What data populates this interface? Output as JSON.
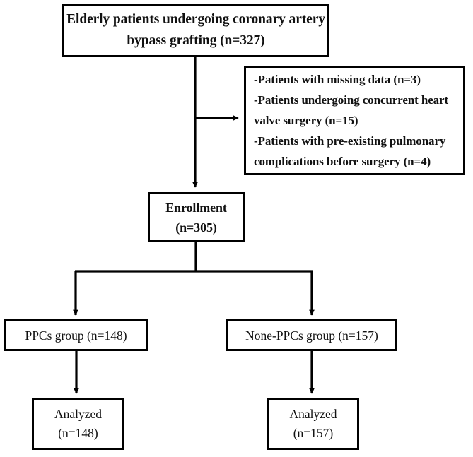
{
  "figure": {
    "type": "flow-diagram",
    "name": "patient-enrollment-flow",
    "background_color": "#ffffff",
    "line_color": "#000000"
  },
  "nodes": {
    "source": {
      "line1": "Elderly patients undergoing coronary artery",
      "line2": "bypass grafting (n=327)",
      "count": 327
    },
    "exclusions": {
      "line1": "-Patients with missing data (n=3)",
      "line2": "-Patients undergoing concurrent heart",
      "line3": "valve surgery (n=15)",
      "line4": "-Patients with pre-existing pulmonary",
      "line5": "complications before surgery (n=4)",
      "counts": [
        3,
        15,
        4
      ]
    },
    "enrollment": {
      "line1": "Enrollment",
      "line2": "(n=305)",
      "count": 305
    },
    "group_ppcs": {
      "line1": "PPCs group (n=148)",
      "count": 148
    },
    "group_none_ppcs": {
      "line1": "None-PPCs group (n=157)",
      "count": 157
    },
    "analyzed_ppcs": {
      "line1": "Analyzed",
      "line2": "(n=148)",
      "count": 148
    },
    "analyzed_none_ppcs": {
      "line1": "Analyzed",
      "line2": "(n=157)",
      "count": 157
    }
  }
}
